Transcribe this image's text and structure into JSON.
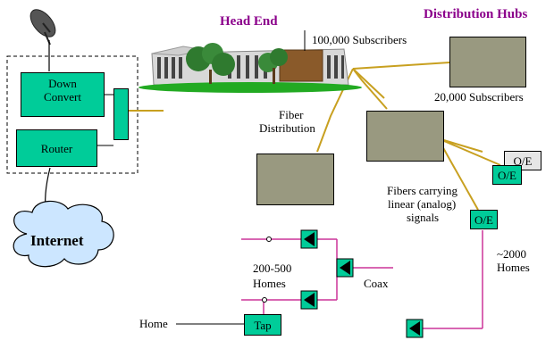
{
  "titles": {
    "head_end": "Head End",
    "distribution_hubs": "Distribution Hubs"
  },
  "labels": {
    "subscribers_100k": "100,000 Subscribers",
    "subscribers_20k": "20,000 Subscribers",
    "fiber_distribution_1": "Fiber",
    "fiber_distribution_2": "Distribution",
    "fibers_line1": "Fibers carrying",
    "fibers_line2": "linear (analog)",
    "fibers_line3": "signals",
    "homes_2000_line1": "~2000",
    "homes_2000_line2": "Homes",
    "homes_200_500_line1": "200-500",
    "homes_200_500_line2": "Homes",
    "coax": "Coax",
    "home": "Home",
    "internet": "Internet"
  },
  "boxes": {
    "down_convert_line1": "Down",
    "down_convert_line2": "Convert",
    "router": "Router",
    "oe_1": "O/E",
    "oe_2": "O/E",
    "oe_3": "O/E",
    "tap": "Tap"
  },
  "colors": {
    "title": "#8b008b",
    "node_green": "#00cc99",
    "hub_gray": "#999980",
    "fiber": "#c8a020",
    "coax": "#cc3399"
  }
}
